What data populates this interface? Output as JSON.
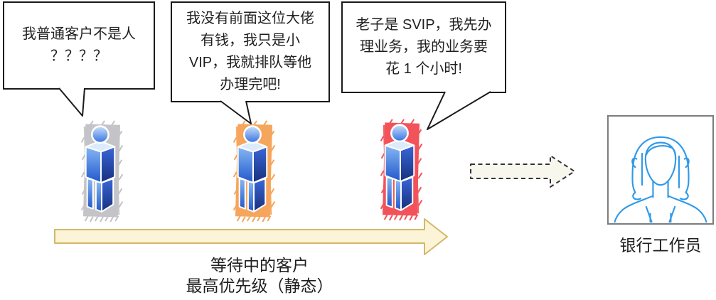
{
  "bubbles": [
    {
      "speaker": "normal-customer",
      "text": "我普通客户不是人\n？？？？"
    },
    {
      "speaker": "vip-customer",
      "text": "我没有前面这位大佬\n有钱，我只是小\nVIP，我就排队等他\n办理完吧!"
    },
    {
      "speaker": "svip-customer",
      "text": "老子是 SVIP，我先办\n理业务，我的业务要\n花 1 个小时!"
    }
  ],
  "queue": {
    "figures": [
      {
        "icon": "person-3d-icon",
        "name": "normal-customer",
        "highlight": "#c4c4c8"
      },
      {
        "icon": "person-3d-icon",
        "name": "vip-customer",
        "highlight": "#f6a55c"
      },
      {
        "icon": "person-3d-icon",
        "name": "svip-customer",
        "highlight": "#f2535a"
      }
    ],
    "wait_label": {
      "line1": "等待中的客户",
      "line2": "最高优先级（静态）"
    }
  },
  "worker": {
    "icon": "bank-clerk-avatar-icon",
    "label": "银行工作员"
  },
  "colors": {
    "flow_arrow_fill": "#fcf4d6",
    "flow_arrow_stroke": "#d2b86a",
    "dashed_arrow_fill": "#f7f7ee",
    "dashed_arrow_stroke": "#333333",
    "avatar_stroke": "#2f99e8",
    "worker_box_border": "#7d7d7d",
    "person_blue_light": "#85b8f4",
    "person_blue_dark": "#16307c",
    "bubble_border": "#1a1a1a"
  }
}
